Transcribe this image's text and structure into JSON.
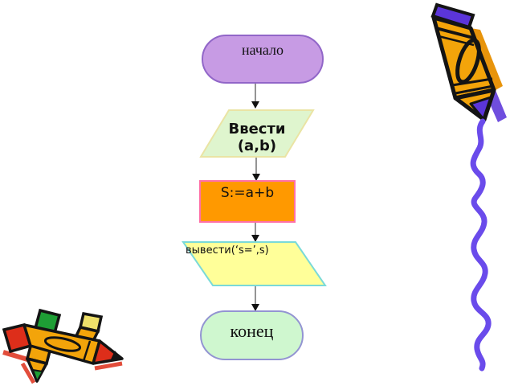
{
  "slide": {
    "background_color": "#ffffff"
  },
  "flowchart": {
    "nodes": [
      {
        "shape": "terminator",
        "label": "начало",
        "fill": "#C79BE4",
        "border": "#9166C8"
      },
      {
        "shape": "parallelogram",
        "label_line1": "Ввести",
        "label_line2": "(a,b)",
        "fill": "#DFF5CE",
        "border": "#EAE4A4"
      },
      {
        "shape": "process",
        "label": "S:=a+b",
        "fill": "#FF9900",
        "border": "#FF70A8"
      },
      {
        "shape": "parallelogram",
        "label": "вывести(‘s=’,s)",
        "fill": "#FFFF99",
        "border": "#7ADAD8"
      },
      {
        "shape": "terminator",
        "label": "конец",
        "fill": "#CFF7CF",
        "border": "#9394D2"
      }
    ],
    "connector_color": "#707070",
    "arrowhead_color": "#111111"
  },
  "decorations": {
    "big_crayon": {
      "body_color": "#F3A40A",
      "accent_color": "#5B35D9",
      "outline_color": "#141414",
      "squiggle_color": "#6A4BEB"
    },
    "crossed_crayons": {
      "body_color": "#F3A40A",
      "red_cap_color": "#DD2E1A",
      "green_cap_color": "#1E9E35",
      "yellow_cap_color": "#EEE06A",
      "outline_color": "#141414"
    }
  }
}
